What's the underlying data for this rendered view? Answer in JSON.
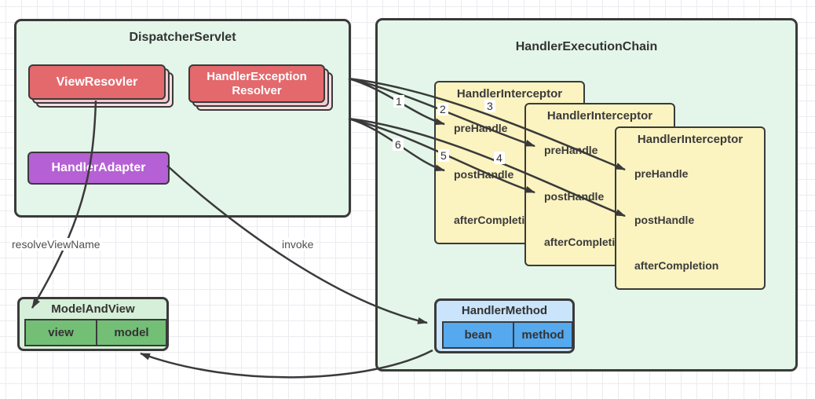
{
  "dispatcher": {
    "title": "DispatcherServlet",
    "view_resolver": "ViewResovler",
    "handler_exception_line1": "HandlerException",
    "handler_exception_line2": "Resolver",
    "handler_adapter": "HandlerAdapter"
  },
  "chain": {
    "title": "HandlerExecutionChain",
    "interceptors": [
      {
        "title": "HandlerInterceptor",
        "methods": [
          "preHandle",
          "postHandle",
          "afterCompletion"
        ]
      },
      {
        "title": "HandlerInterceptor",
        "methods": [
          "preHandle",
          "postHandle",
          "afterCompletion"
        ]
      },
      {
        "title": "HandlerInterceptor",
        "methods": [
          "preHandle",
          "postHandle",
          "afterCompletion"
        ]
      }
    ],
    "handler_method": {
      "title": "HandlerMethod",
      "cells": [
        "bean",
        "method"
      ]
    }
  },
  "model_and_view": {
    "title": "ModelAndView",
    "cells": [
      "view",
      "model"
    ]
  },
  "labels": {
    "resolve_view_name": "resolveViewName",
    "invoke": "invoke",
    "steps": [
      "1",
      "2",
      "3",
      "4",
      "5",
      "6"
    ]
  },
  "colors": {
    "container_fill": "#e3f6e9",
    "interceptor_fill": "#fbf3c0",
    "resolver_fill": "#e3696d",
    "resolver_shadow": "#f5c9d1",
    "adapter_fill": "#b560d4",
    "handler_method_fill": "#c9e4fb",
    "handler_method_cell": "#55a9ef",
    "model_and_view_fill": "#d6efd8",
    "model_and_view_cell": "#72bf75",
    "border": "#3a3a3a",
    "grid": "#ececf1"
  }
}
